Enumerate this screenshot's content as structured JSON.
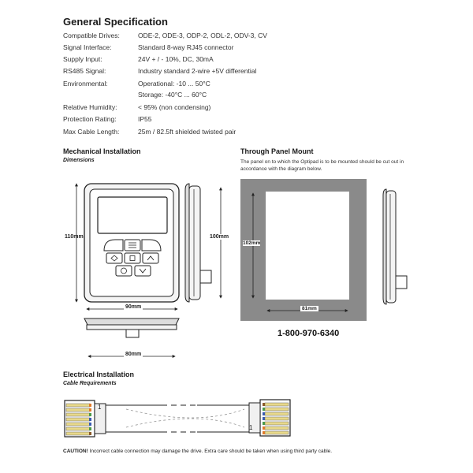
{
  "general": {
    "title": "General Specification",
    "rows": [
      {
        "label": "Compatible Drives:",
        "value": "ODE-2, ODE-3, ODP-2, ODL-2, ODV-3, CV"
      },
      {
        "label": "Signal Interface:",
        "value": "Standard 8-way RJ45 connector"
      },
      {
        "label": "Supply Input:",
        "value": "24V + / - 10%, DC, 30mA"
      },
      {
        "label": "RS485 Signal:",
        "value": "Industry standard 2-wire +5V differential"
      },
      {
        "label": "Environmental:",
        "value": "Operational:  -10 ... 50°C"
      },
      {
        "label": "",
        "value": "Storage:        -40°C ... 60°C"
      },
      {
        "label": "Relative Humidity:",
        "value": "< 95% (non condensing)"
      },
      {
        "label": "Protection Rating:",
        "value": "IP55"
      },
      {
        "label": "Max Cable Length:",
        "value": "25m / 82.5ft shielded twisted pair"
      }
    ]
  },
  "mechanical": {
    "title": "Mechanical Installation",
    "subtitle": "Dimensions",
    "dim_height_front": "110mm",
    "dim_width_front": "90mm",
    "dim_height_side": "100mm",
    "dim_width_bottom": "80mm"
  },
  "panel": {
    "title": "Through Panel Mount",
    "description": "The panel on to which the Optipad is to be mounted should be cut out in accordance with the diagram below.",
    "dim_height": "102mm",
    "dim_width": "81mm",
    "phone": "1-800-970-6340"
  },
  "electrical": {
    "title": "Electrical Installation",
    "subtitle": "Cable Requirements",
    "pin_label_left": "1",
    "pin_label_right": "1"
  },
  "caution": {
    "label": "CAUTION!",
    "text": " Incorrect cable connection may damage the drive. Extra care should be taken when using third party cable."
  },
  "colors": {
    "panel_gray": "#8a8a8a",
    "line": "#222222"
  },
  "icons": {
    "menu_button": "menu-lines-icon",
    "up_button": "chevron-up-icon",
    "down_button": "chevron-down-icon",
    "stop_button": "stop-square-icon",
    "start_button": "start-diamond-icon",
    "power_button": "power-icon"
  }
}
